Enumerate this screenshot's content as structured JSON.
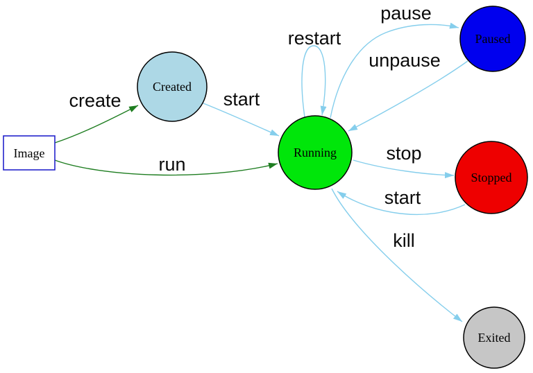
{
  "diagram": {
    "background": "#ffffff",
    "nodes": {
      "image": {
        "label": "Image",
        "shape": "rectangle",
        "fill": "#ffffff",
        "stroke": "#2323cc"
      },
      "created": {
        "label": "Created",
        "shape": "circle",
        "fill": "#add8e6",
        "stroke": "#000000"
      },
      "running": {
        "label": "Running",
        "shape": "circle",
        "fill": "#00e60a",
        "stroke": "#000000"
      },
      "paused": {
        "label": "Paused",
        "shape": "circle",
        "fill": "#0000ee",
        "stroke": "#000000"
      },
      "stopped": {
        "label": "Stopped",
        "shape": "circle",
        "fill": "#ee0000",
        "stroke": "#000000"
      },
      "exited": {
        "label": "Exited",
        "shape": "circle",
        "fill": "#c6c6c6",
        "stroke": "#000000"
      }
    },
    "edges": {
      "create": {
        "label": "create",
        "from": "Image",
        "to": "Created"
      },
      "run": {
        "label": "run",
        "from": "Image",
        "to": "Running"
      },
      "start_created": {
        "label": "start",
        "from": "Created",
        "to": "Running"
      },
      "restart": {
        "label": "restart",
        "from": "Running",
        "to": "Running"
      },
      "pause": {
        "label": "pause",
        "from": "Running",
        "to": "Paused"
      },
      "unpause": {
        "label": "unpause",
        "from": "Paused",
        "to": "Running"
      },
      "stop": {
        "label": "stop",
        "from": "Running",
        "to": "Stopped"
      },
      "start_stopped": {
        "label": "start",
        "from": "Stopped",
        "to": "Running"
      },
      "kill": {
        "label": "kill",
        "from": "Running",
        "to": "Exited"
      }
    },
    "colors": {
      "edge_primary": "#85ceec",
      "edge_create_run": "#1e7d20",
      "node_border": "#000000",
      "label_text": "#0a0a0a"
    }
  }
}
